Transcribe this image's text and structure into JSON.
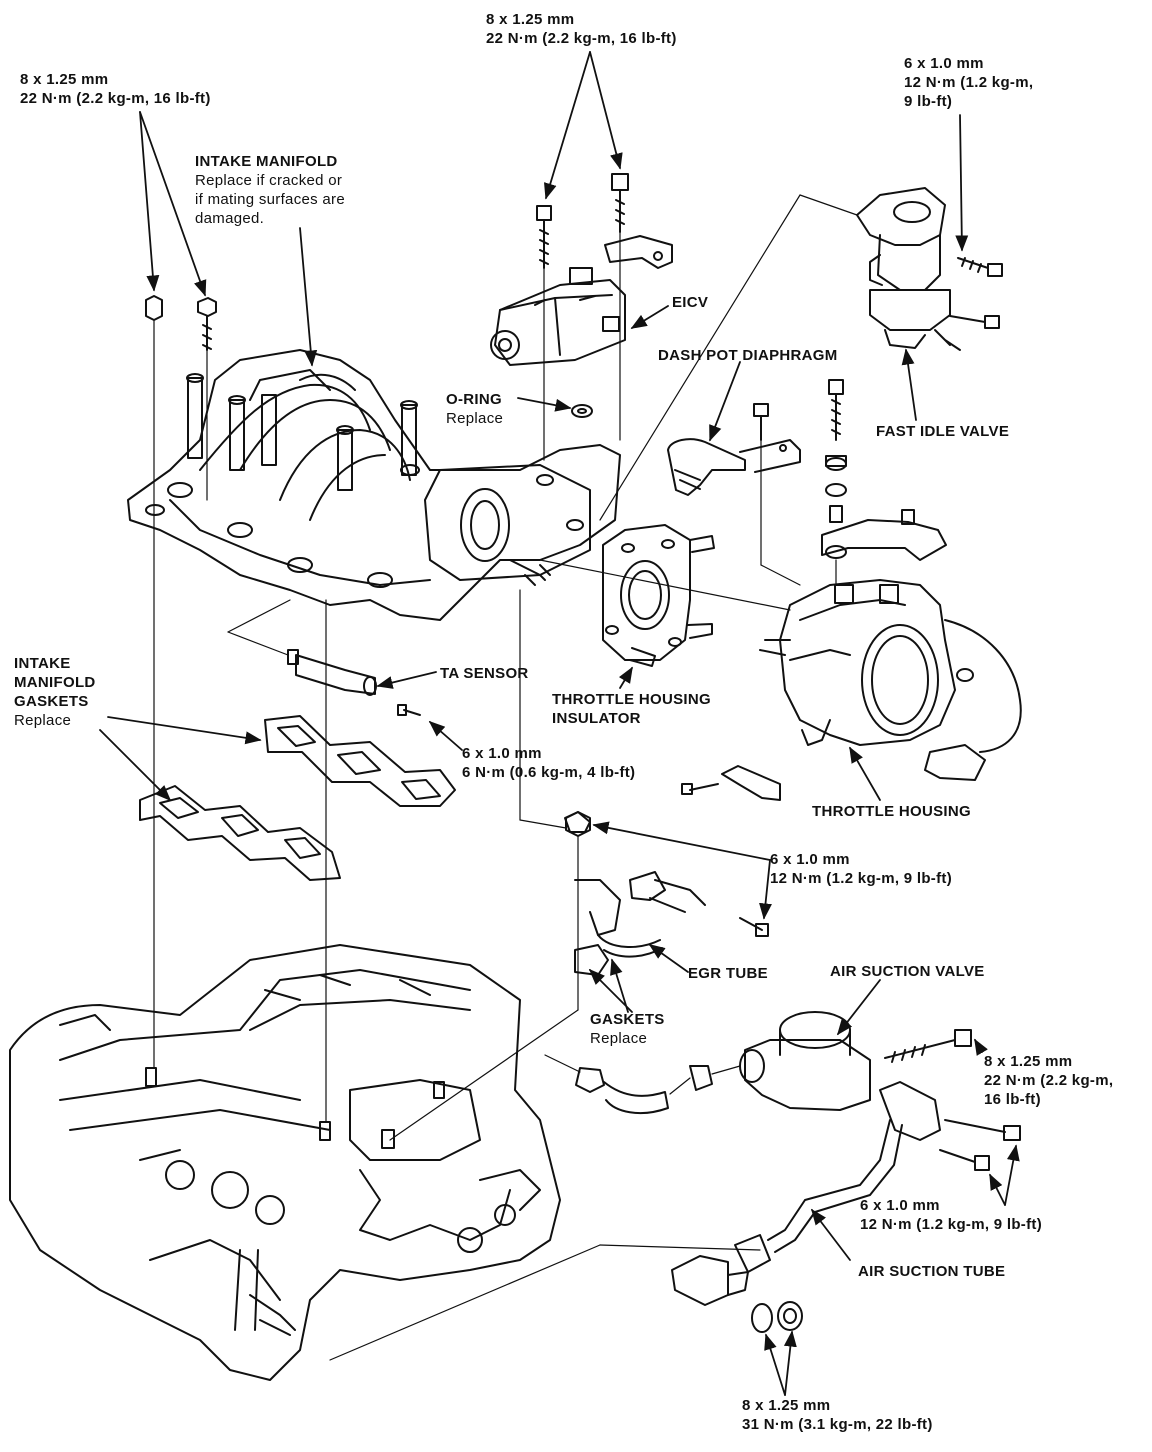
{
  "labels": {
    "top_center_spec": {
      "size": "8 x 1.25 mm",
      "torque": "22 N·m (2.2 kg-m, 16 lb-ft)"
    },
    "top_left_spec": {
      "size": "8 x 1.25 mm",
      "torque": "22 N·m (2.2 kg-m, 16 lb-ft)"
    },
    "top_right_spec": {
      "size": "6 x 1.0 mm",
      "torque_1": "12 N·m (1.2 kg-m,",
      "torque_2": "9 lb-ft)"
    },
    "intake_manifold": {
      "title": "INTAKE MANIFOLD",
      "note_1": "Replace if cracked or",
      "note_2": "if mating surfaces are",
      "note_3": "damaged."
    },
    "eicv": "EICV",
    "dash_pot": "DASH POT DIAPHRAGM",
    "o_ring": {
      "title": "O-RING",
      "note": "Replace"
    },
    "fast_idle": "FAST IDLE VALVE",
    "intake_gaskets": {
      "line_1": "INTAKE",
      "line_2": "MANIFOLD",
      "line_3": "GASKETS",
      "note": "Replace"
    },
    "ta_sensor": "TA SENSOR",
    "th_insulator": {
      "line_1": "THROTTLE HOUSING",
      "line_2": "INSULATOR"
    },
    "ta_spec": {
      "size": "6 x 1.0 mm",
      "torque": "6 N·m (0.6 kg-m, 4 lb-ft)"
    },
    "throttle_housing": "THROTTLE HOUSING",
    "egr_spec": {
      "size": "6 x 1.0 mm",
      "torque": "12 N·m (1.2 kg-m, 9 lb-ft)"
    },
    "egr_tube": "EGR TUBE",
    "air_suction_valve": "AIR SUCTION VALVE",
    "gaskets": {
      "title": "GASKETS",
      "note": "Replace"
    },
    "asv_spec": {
      "size": "8 x 1.25 mm",
      "torque_1": "22 N·m (2.2 kg-m,",
      "torque_2": "16 lb-ft)"
    },
    "ast_spec": {
      "size": "6 x 1.0 mm",
      "torque": "12 N·m (1.2 kg-m, 9 lb-ft)"
    },
    "air_suction_tube": "AIR SUCTION TUBE",
    "bottom_spec": {
      "size": "8 x 1.25 mm",
      "torque": "31 N·m (3.1 kg-m, 22 lb-ft)"
    }
  },
  "colors": {
    "ink": "#111111",
    "paper": "#ffffff"
  }
}
